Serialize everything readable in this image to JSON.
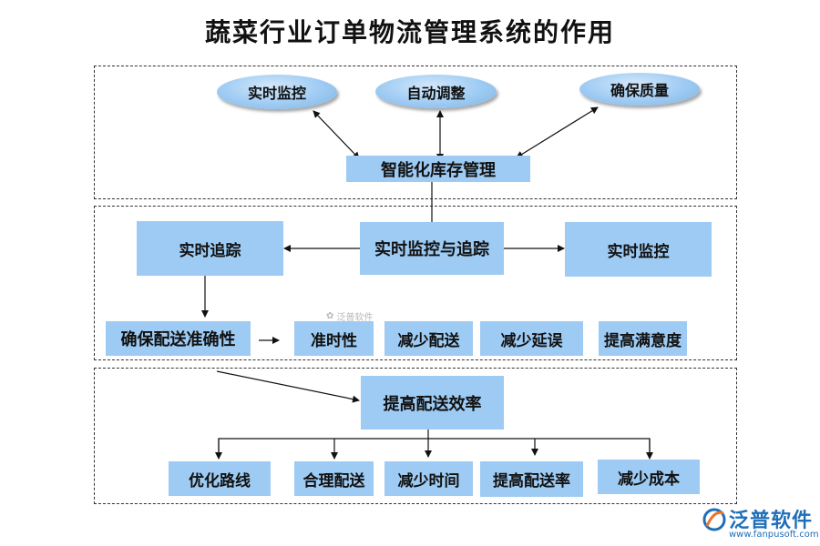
{
  "title": "蔬菜行业订单物流管理系统的作用",
  "section1": {
    "center": "智能化库存管理",
    "ellipses": [
      "实时监控",
      "自动调整",
      "确保质量"
    ]
  },
  "section2": {
    "center": "实时监控与追踪",
    "left": "实时追踪",
    "right": "实时监控",
    "row_label": "确保配送准确性",
    "items": [
      "准时性",
      "减少配送",
      "减少延误",
      "提高满意度"
    ]
  },
  "section3": {
    "center": "提高配送效率",
    "items": [
      "优化路线",
      "合理配送",
      "减少时间",
      "提高配送率",
      "减少成本"
    ]
  },
  "watermark": {
    "small": "泛普软件",
    "logo_name": "泛普软件",
    "logo_url": "www.fanpusoft.com"
  },
  "colors": {
    "box_fill": "#9ecbf3",
    "logo_blue": "#1f6fb8"
  },
  "icons": [
    "fanpu-logo-icon"
  ]
}
